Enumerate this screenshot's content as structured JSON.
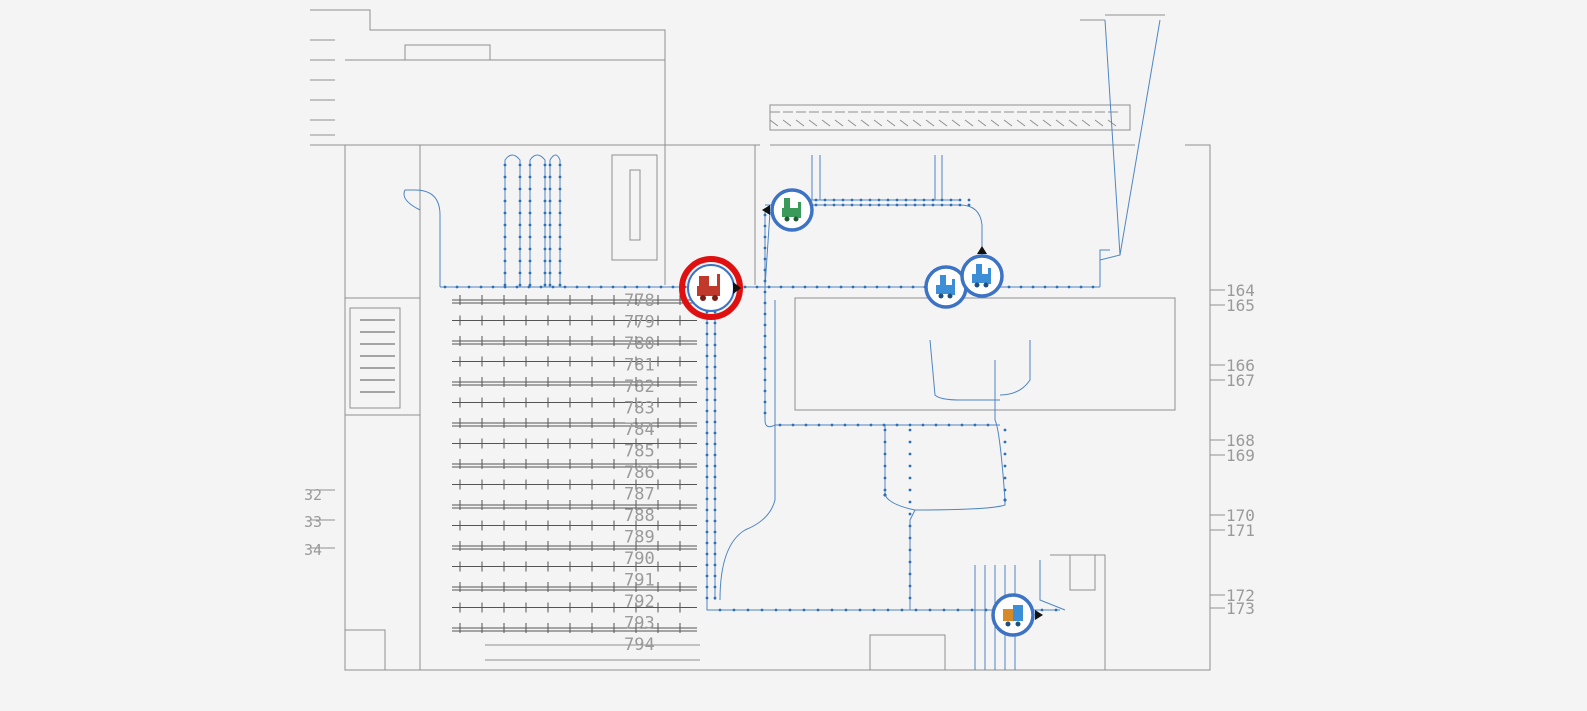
{
  "map": {
    "background": "#f4f4f4",
    "route_color": "#4f86c2",
    "wall_color": "#8f8f8f"
  },
  "aisle_labels": [
    "778",
    "779",
    "780",
    "781",
    "782",
    "783",
    "784",
    "785",
    "786",
    "787",
    "788",
    "789",
    "790",
    "791",
    "792",
    "793",
    "794"
  ],
  "dock_labels_right": [
    "164",
    "165",
    "166",
    "167",
    "168",
    "169",
    "170",
    "171",
    "172",
    "173"
  ],
  "dock_labels_left": [
    "32",
    "33",
    "34"
  ],
  "vehicles": [
    {
      "id": "agv-red",
      "color": "#c0392b",
      "ring": "#e01010",
      "state": "alert"
    },
    {
      "id": "agv-green",
      "color": "#3a9a5a",
      "ring": "#3c73c4",
      "state": "normal"
    },
    {
      "id": "agv-blue-1",
      "color": "#3c8fd6",
      "ring": "#3c73c4",
      "state": "normal"
    },
    {
      "id": "agv-blue-2",
      "color": "#3c8fd6",
      "ring": "#3c73c4",
      "state": "normal"
    },
    {
      "id": "agv-orange",
      "color": "#d7892a",
      "ring": "#3c73c4",
      "state": "normal"
    }
  ]
}
